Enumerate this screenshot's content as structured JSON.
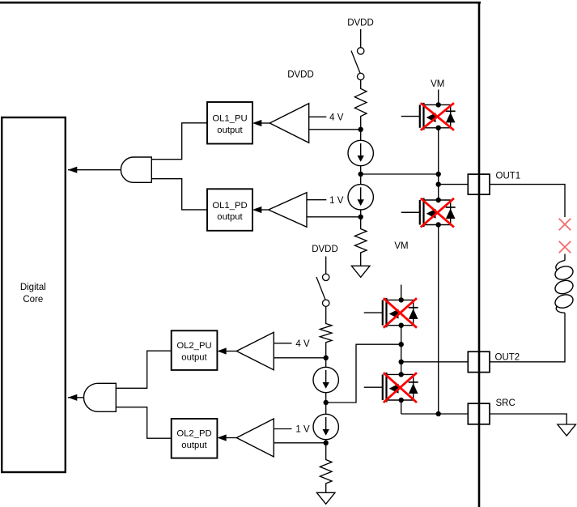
{
  "diagram": {
    "core": {
      "line1": "Digital",
      "line2": "Core"
    },
    "blocks": {
      "ol1_pu": {
        "line1": "OL1_PU",
        "line2": "output"
      },
      "ol1_pd": {
        "line1": "OL1_PD",
        "line2": "output"
      },
      "ol2_pu": {
        "line1": "OL2_PU",
        "line2": "output"
      },
      "ol2_pd": {
        "line1": "OL2_PD",
        "line2": "output"
      }
    },
    "labels": {
      "dvdd_ch1_top": "DVDD",
      "dvdd_ch1_comp": "DVDD",
      "dvdd_ch2": "DVDD",
      "vm_ch1": "VM",
      "vm_ch2": "VM",
      "ref_4v_ch1": "4 V",
      "ref_1v_ch1": "1 V",
      "ref_4v_ch2": "4 V",
      "ref_1v_ch2": "1 V"
    },
    "pins": {
      "out1": "OUT1",
      "out2": "OUT2",
      "src": "SRC"
    },
    "colors": {
      "line": "#000000",
      "mosfet_fault_cross": "#ff0000",
      "open_load_cross": "#f26d6d",
      "background": "#ffffff"
    }
  }
}
